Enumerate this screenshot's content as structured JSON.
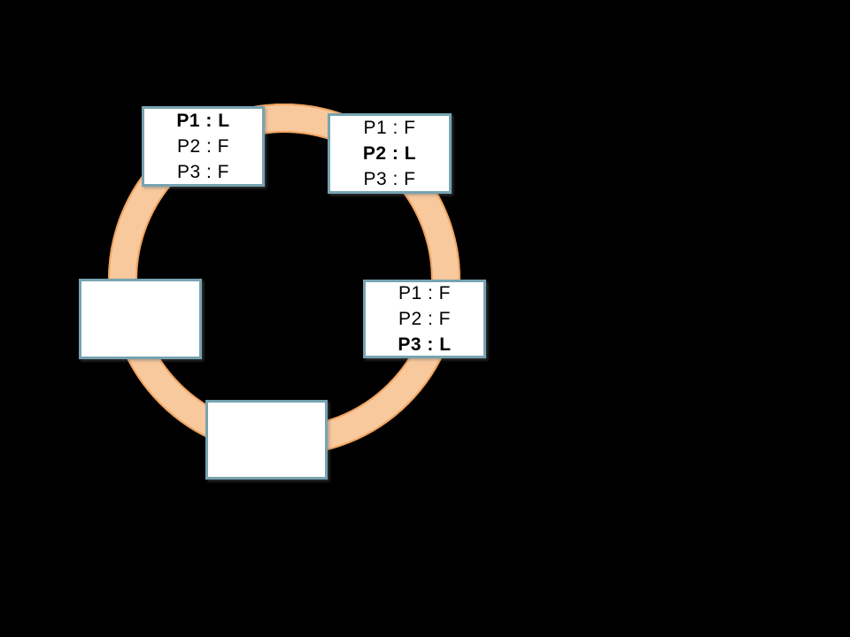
{
  "canvas": {
    "background_color": "#000000"
  },
  "ring": {
    "fill_color": "#F9C99E",
    "edge_color": "#F2A45F"
  },
  "box_style": {
    "background_color": "#FFFFFF",
    "border_color": "#76A3B1"
  },
  "nodes": [
    {
      "name": "top-left",
      "lines": [
        {
          "text": "P1 : L",
          "bold": true
        },
        {
          "text": "P2 : F",
          "bold": false
        },
        {
          "text": "P3 : F",
          "bold": false
        }
      ]
    },
    {
      "name": "top-right",
      "lines": [
        {
          "text": "P1 : F",
          "bold": false
        },
        {
          "text": "P2 : L",
          "bold": true
        },
        {
          "text": "P3 : F",
          "bold": false
        }
      ]
    },
    {
      "name": "right",
      "lines": [
        {
          "text": "P1 : F",
          "bold": false
        },
        {
          "text": "P2 : F",
          "bold": false
        },
        {
          "text": "P3 : L",
          "bold": true
        }
      ]
    },
    {
      "name": "left",
      "lines": []
    },
    {
      "name": "bottom",
      "lines": []
    }
  ]
}
